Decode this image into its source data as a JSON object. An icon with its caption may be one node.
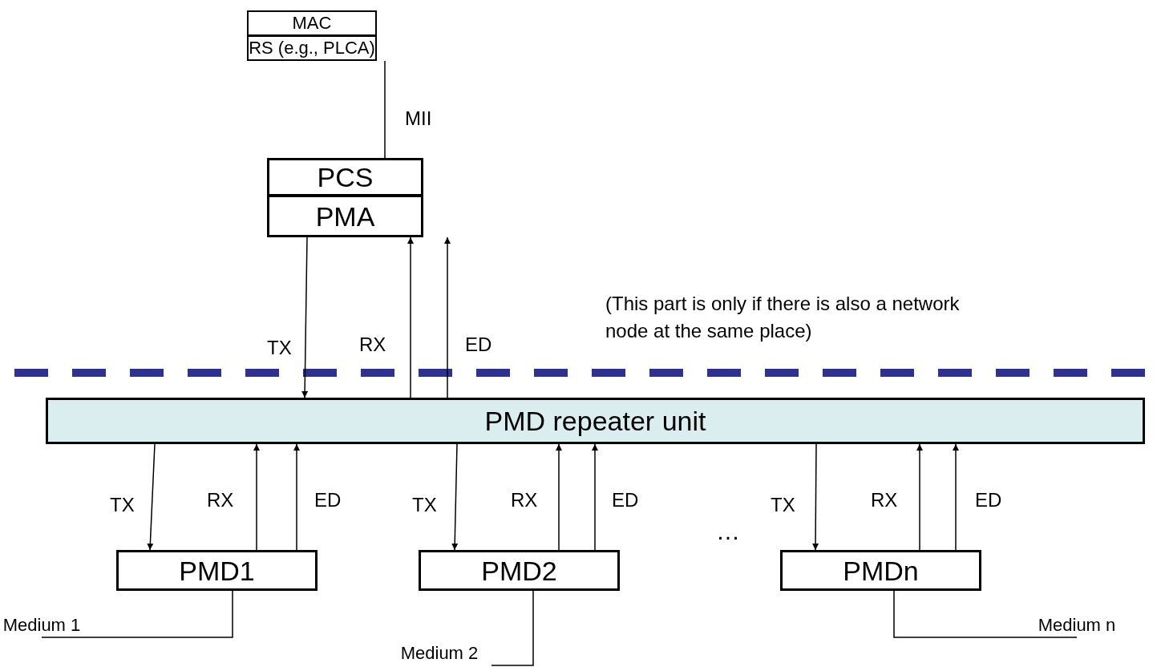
{
  "diagram": {
    "nodes": [
      {
        "text": [
          "MAC"
        ]
      },
      {
        "text": [
          "RS (e.g., PLCA)"
        ]
      },
      {
        "text": [
          "PCS"
        ]
      },
      {
        "text": [
          "PMA"
        ]
      },
      {
        "text": [
          "PMD repeater unit"
        ]
      },
      {
        "text": [
          "PMD1"
        ]
      },
      {
        "text": [
          "PMD2"
        ]
      },
      {
        "text": [
          "PMDn"
        ]
      },
      {
        "text": [
          "Medium 1"
        ]
      },
      {
        "text": [
          "Medium 2"
        ]
      },
      {
        "text": [
          "Medium n"
        ]
      }
    ],
    "edges": [
      {
        "from": 1,
        "to": 2,
        "arrow": "none",
        "label": "MII"
      },
      {
        "from": 3,
        "to": 4,
        "arrow": "to",
        "label": "TX"
      },
      {
        "from": 4,
        "to": 3,
        "arrow": "to",
        "label": "RX"
      },
      {
        "from": 4,
        "to": 3,
        "arrow": "to",
        "label": "ED"
      },
      {
        "from": 4,
        "to": 5,
        "arrow": "to",
        "label": "TX"
      },
      {
        "from": 5,
        "to": 4,
        "arrow": "to",
        "label": "RX"
      },
      {
        "from": 5,
        "to": 4,
        "arrow": "to",
        "label": "ED"
      },
      {
        "from": 4,
        "to": 6,
        "arrow": "to",
        "label": "TX"
      },
      {
        "from": 6,
        "to": 4,
        "arrow": "to",
        "label": "RX"
      },
      {
        "from": 6,
        "to": 4,
        "arrow": "to",
        "label": "ED"
      },
      {
        "from": 4,
        "to": 7,
        "arrow": "to",
        "label": "TX"
      },
      {
        "from": 7,
        "to": 4,
        "arrow": "to",
        "label": "RX"
      },
      {
        "from": 7,
        "to": 4,
        "arrow": "to",
        "label": "ED"
      },
      {
        "from": 5,
        "to": 8,
        "arrow": "none"
      },
      {
        "from": 6,
        "to": 9,
        "arrow": "none"
      },
      {
        "from": 7,
        "to": 10,
        "arrow": "none"
      }
    ],
    "labels": [
      "(This part is only if there is also a network node at the same place)",
      "…"
    ]
  }
}
